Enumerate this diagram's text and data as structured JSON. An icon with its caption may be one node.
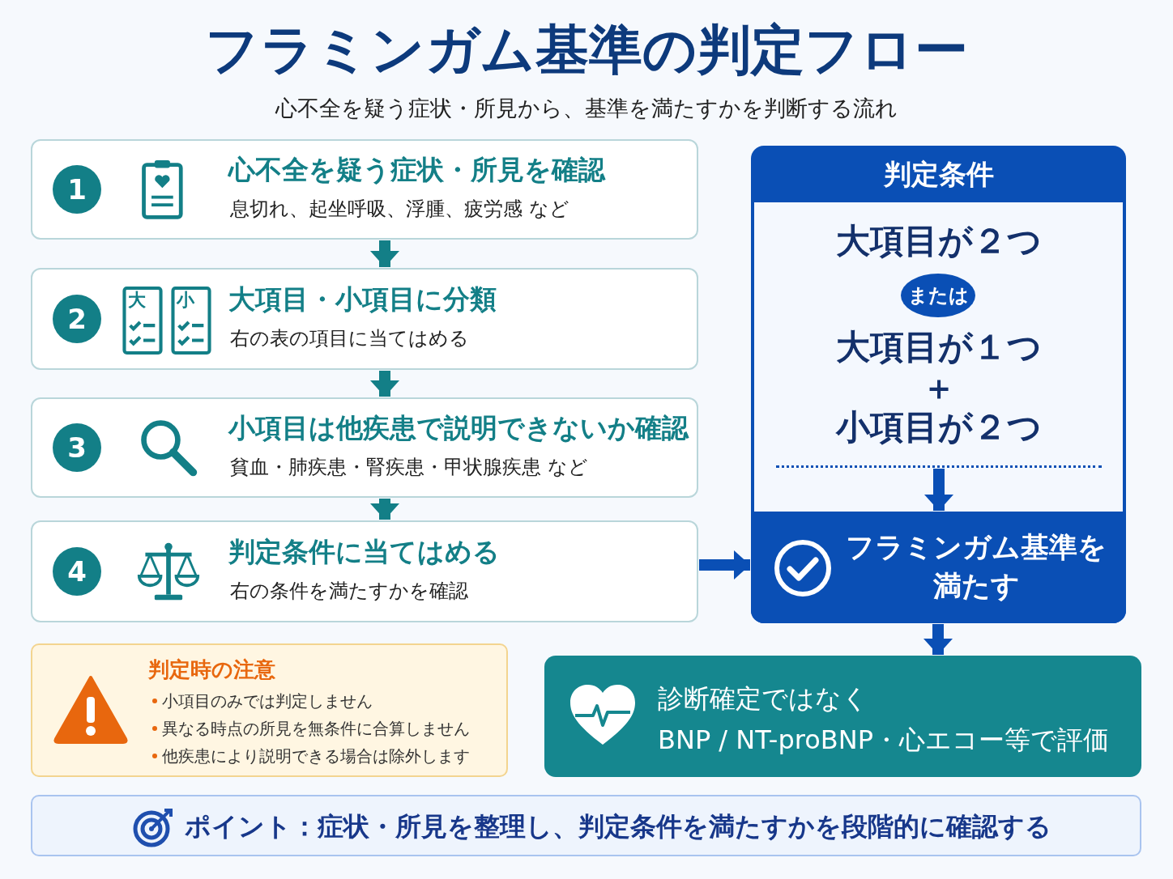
{
  "diagram": {
    "title": "フラミンガム基準の判定フロー",
    "caption": "心不全を疑う症状・所見から、基準を満たすかを判断する流れ",
    "nodes": [
      {
        "text": [
          "1",
          "心不全を疑う症状・所見を確認",
          "息切れ、起坐呼吸、浮腫、疲労感 など"
        ]
      },
      {
        "text": [
          "2",
          "大項目・小項目に分類",
          "右の表の項目に当てはめる"
        ]
      },
      {
        "text": [
          "3",
          "小項目は他疾患で説明できないか確認",
          "貧血・肺疾患・腎疾患・甲状腺疾患 など"
        ]
      },
      {
        "text": [
          "4",
          "判定条件に当てはめる",
          "右の条件を満たすかを確認"
        ]
      },
      {
        "text": [
          "判定条件"
        ]
      },
      {
        "text": [
          "大項目が２つ",
          "大項目が１つ",
          "＋",
          "小項目が２つ"
        ],
        "in": 4
      },
      {
        "text": [
          "または"
        ],
        "in": 5
      },
      {
        "text": [
          "フラミンガム基準を満たす"
        ],
        "in": 4
      },
      {
        "text": [
          "判定時の注意",
          "小項目のみでは判定しません",
          "異なる時点の所見を無条件に合算しません",
          "他疾患により説明できる場合は除外します"
        ]
      },
      {
        "text": [
          "診断確定ではなく",
          "BNP / NT-proBNP・心エコー等で評価"
        ]
      },
      {
        "text": [
          "ポイント：症状・所見を整理し、判定条件を満たすかを段階的に確認する"
        ]
      }
    ],
    "edges": [
      {
        "from": 0,
        "to": 1,
        "arrow": "to"
      },
      {
        "from": 1,
        "to": 2,
        "arrow": "to"
      },
      {
        "from": 2,
        "to": 3,
        "arrow": "to"
      },
      {
        "from": 3,
        "to": 7,
        "arrow": "to",
        "color": "#0a4fb5"
      },
      {
        "from": 5,
        "to": 7,
        "arrow": "to",
        "color": "#0a4fb5"
      },
      {
        "from": 7,
        "to": 9,
        "arrow": "to",
        "color": "#0a4fb5"
      }
    ],
    "labels": [
      "大",
      "小"
    ]
  }
}
